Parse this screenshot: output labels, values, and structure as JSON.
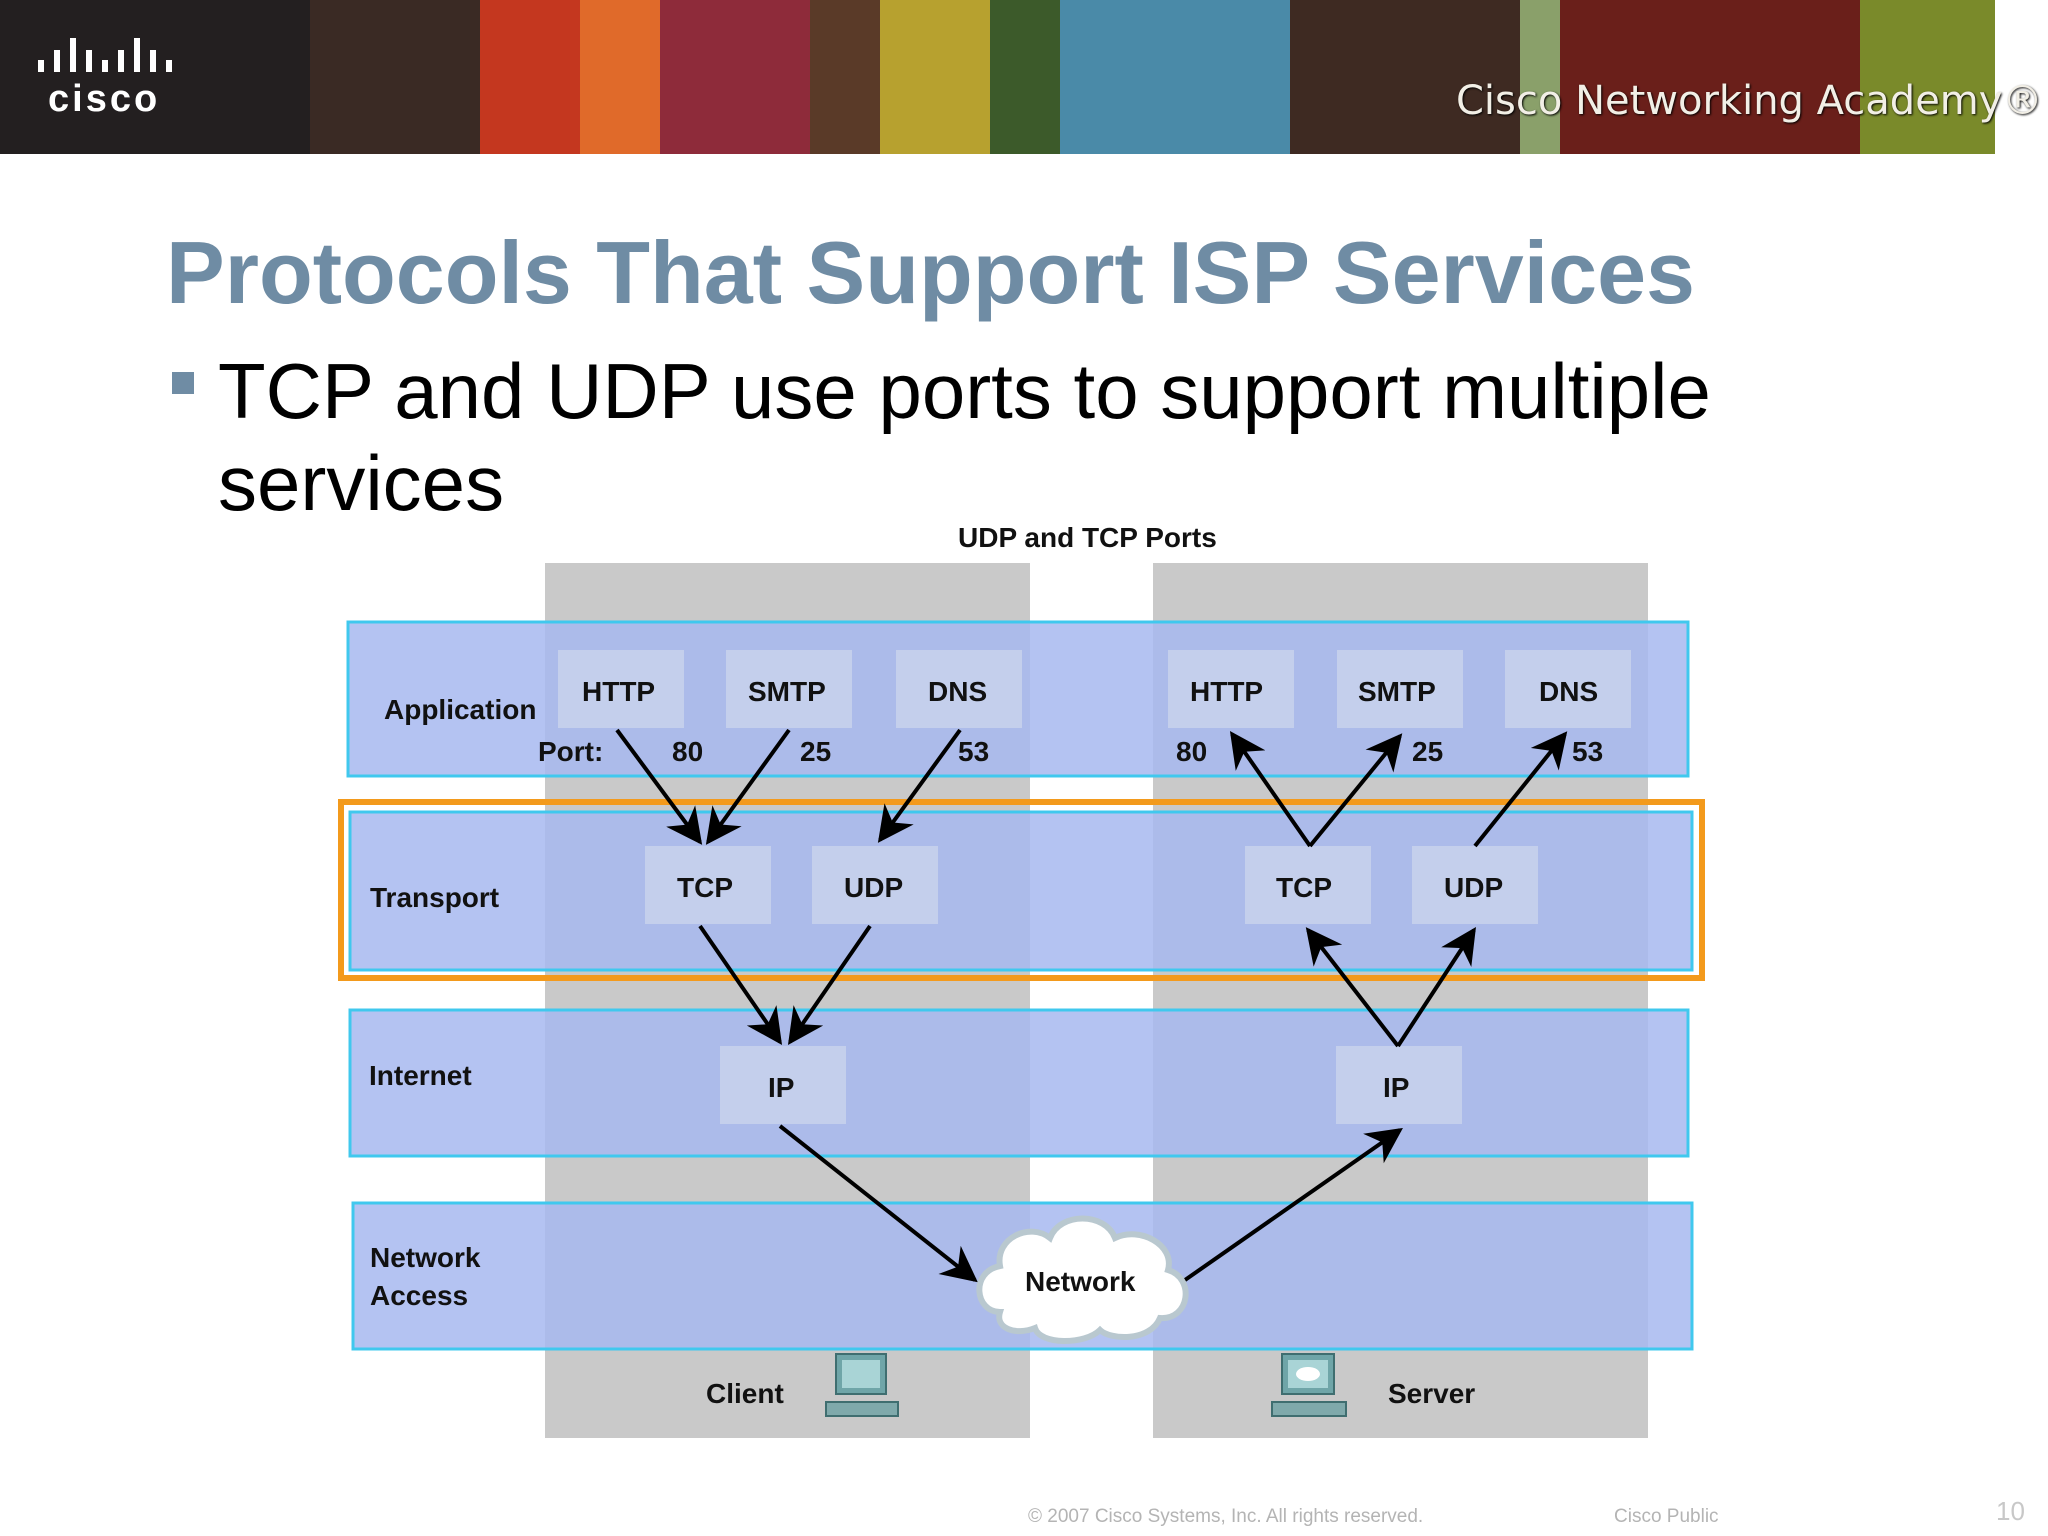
{
  "banner": {
    "logo_text": "cisco",
    "academy_title": "Cisco Networking Academy®"
  },
  "slide": {
    "title": "Protocols That Support ISP Services",
    "bullet": "TCP and UDP use ports to support multiple services"
  },
  "diagram": {
    "title": "UDP and TCP Ports",
    "layers": {
      "application": "Application",
      "transport": "Transport",
      "internet": "Internet",
      "network_access_line1": "Network",
      "network_access_line2": "Access"
    },
    "port_label": "Port:",
    "client": {
      "label": "Client",
      "apps": [
        "HTTP",
        "SMTP",
        "DNS"
      ],
      "ports": [
        "80",
        "25",
        "53"
      ],
      "transport": [
        "TCP",
        "UDP"
      ],
      "ip": "IP"
    },
    "server": {
      "label": "Server",
      "apps": [
        "HTTP",
        "SMTP",
        "DNS"
      ],
      "ports": [
        "80",
        "25",
        "53"
      ],
      "transport": [
        "TCP",
        "UDP"
      ],
      "ip": "IP"
    },
    "network_cloud": "Network"
  },
  "footer": {
    "copyright": "© 2007 Cisco Systems, Inc. All rights reserved.",
    "classification": "Cisco Public",
    "page_number": "10"
  },
  "colors": {
    "title": "#6f8ca4",
    "highlight_border": "#f39a1c",
    "layer_band": "#aebff0",
    "layer_border": "#3fc6ee",
    "column_bg": "#c8c8c8"
  }
}
